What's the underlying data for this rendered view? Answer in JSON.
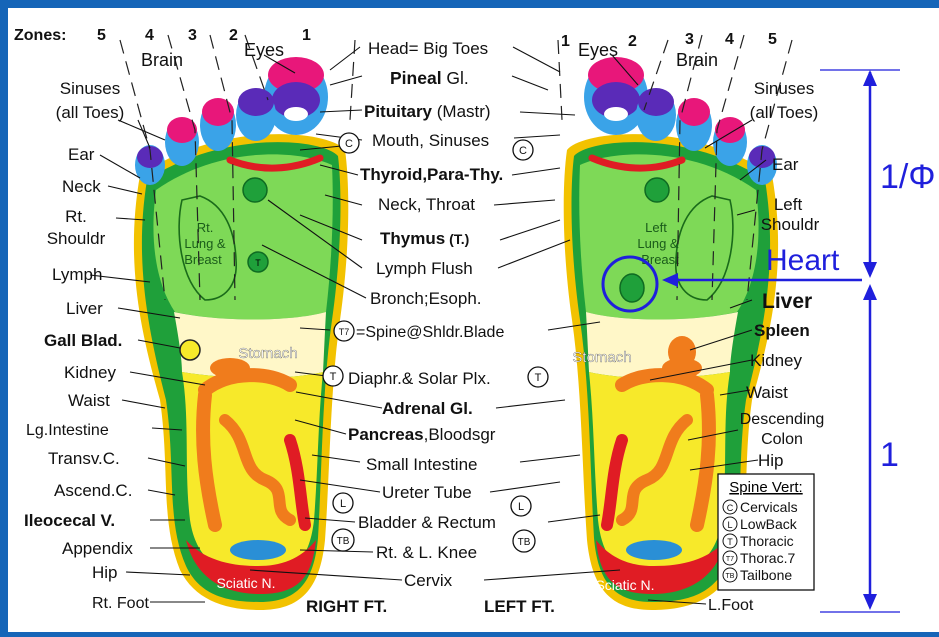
{
  "zones_label": "Zones:",
  "zone_numbers_left": [
    "5",
    "4",
    "3",
    "2",
    "1"
  ],
  "zone_numbers_right": [
    "1",
    "2",
    "3",
    "4",
    "5"
  ],
  "left_labels": {
    "brain": "Brain",
    "eyes": "Eyes",
    "sinuses_1": "Sinuses",
    "sinuses_2": "(all Toes)",
    "ear": "Ear",
    "neck": "Neck",
    "shoulder_1": "Rt.",
    "shoulder_2": "Shouldr",
    "lymph": "Lymph",
    "liver": "Liver",
    "gall": "Gall Blad.",
    "kidney": "Kidney",
    "waist": "Waist",
    "lg_int": "Lg.Intestine",
    "transv": "Transv.C.",
    "ascend": "Ascend.C.",
    "ileocecal": "Ileocecal V.",
    "appendix": "Appendix",
    "hip": "Hip",
    "foot": "Rt. Foot"
  },
  "center_labels": {
    "head": "Head= Big Toes",
    "pineal_bold": "Pineal",
    "pineal_rest": " Gl.",
    "pituitary_bold": "Pituitary",
    "pituitary_rest": " (Mastr)",
    "mouth": "Mouth, Sinuses",
    "thyroid": "Thyroid,Para-Thy.",
    "neck": "Neck, Throat",
    "thymus_bold": "Thymus",
    "thymus_rest": " (T.)",
    "lymph": "Lymph Flush",
    "bronch": "Bronch;Esoph.",
    "spine": "=Spine@Shldr.Blade",
    "diaphr": "Diaphr.& Solar Plx.",
    "adrenal": "Adrenal Gl.",
    "pancreas_bold": "Pancreas",
    "pancreas_rest": ",Bloodsgr",
    "small": "Small Intestine",
    "ureter": "Ureter Tube",
    "bladder": "Bladder & Rectum",
    "knee": "Rt. & L. Knee",
    "cervix": "Cervix",
    "right_ft": "RIGHT FT.",
    "left_ft": "LEFT FT."
  },
  "right_labels": {
    "brain": "Brain",
    "eyes": "Eyes",
    "sinuses_1": "Sinuses",
    "sinuses_2": "(all Toes)",
    "ear": "Ear",
    "shoulder_1": "Left",
    "shoulder_2": "Shouldr",
    "heart": "Heart",
    "liver": "Liver",
    "spleen": "Spleen",
    "kidney": "Kidney",
    "waist": "Waist",
    "desc_1": "Descending",
    "desc_2": "Colon",
    "hip": "Hip",
    "foot": "L.Foot"
  },
  "foot_inner": {
    "rt_lung_1": "Rt.",
    "rt_lung_2": "Lung &",
    "rt_lung_3": "Breast",
    "left_lung_1": "Left",
    "left_lung_2": "Lung &",
    "left_lung_3": "Breast",
    "stomach": "Stomach",
    "sciatic": "Sciatic N.",
    "t_marker": "T"
  },
  "markers": {
    "c": "C",
    "t": "T",
    "t7": "T7",
    "l": "L",
    "tb": "TB"
  },
  "ratio": {
    "top": "1/Φ",
    "bottom": "1"
  },
  "legend": {
    "title": "Spine Vert:",
    "items": [
      {
        "sym": "C",
        "text": "Cervicals"
      },
      {
        "sym": "L",
        "text": "LowBack"
      },
      {
        "sym": "T",
        "text": "Thoracic"
      },
      {
        "sym": "T7",
        "text": "Thorac.7"
      },
      {
        "sym": "TB",
        "text": "Tailbone"
      }
    ]
  },
  "colors": {
    "frame": "#1565b8",
    "toe_magenta": "#e8177a",
    "toe_purple": "#5a2bb8",
    "toe_blue": "#3aa3e8",
    "green_dark": "#1fa03a",
    "green_light": "#7ed957",
    "yellow": "#f7e92a",
    "orange": "#f07c1c",
    "red": "#e01c24",
    "annotation_blue": "#1f1fdc"
  }
}
